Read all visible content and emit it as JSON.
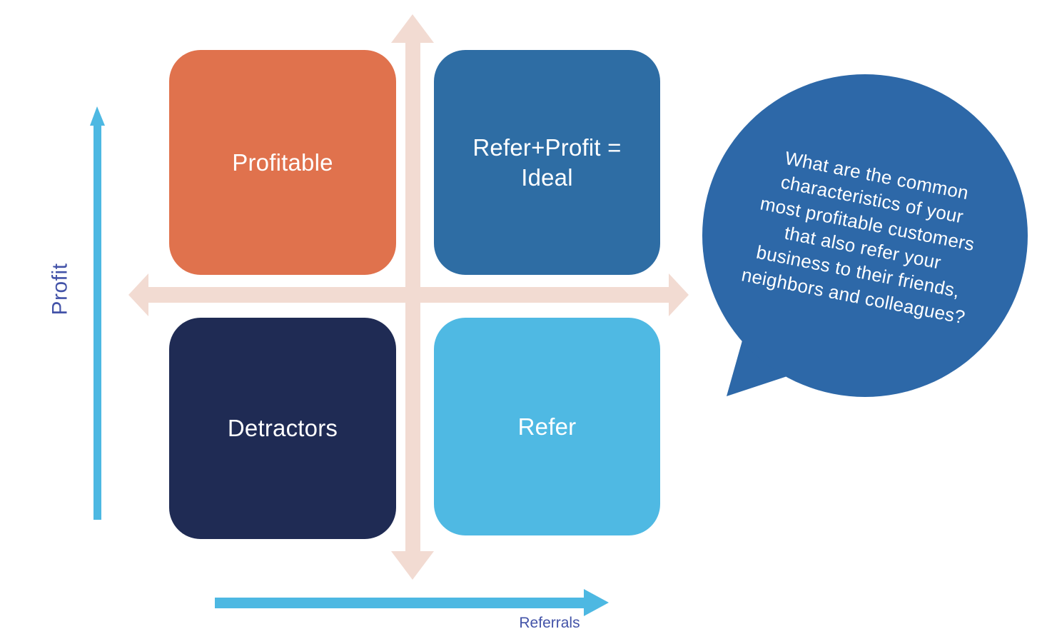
{
  "quadrants": {
    "top_left": {
      "label": "Profitable",
      "color": "#E0724D",
      "text_color": "#FFFFFF"
    },
    "top_right": {
      "label": "Refer+Profit =\nIdeal",
      "color": "#2E6DA4",
      "text_color": "#FFFFFF"
    },
    "bottom_left": {
      "label": "Detractors",
      "color": "#1F2B54",
      "text_color": "#FFFFFF"
    },
    "bottom_right": {
      "label": "Refer",
      "color": "#4FB9E3",
      "text_color": "#FFFFFF"
    }
  },
  "cross": {
    "color": "#F2DBD2"
  },
  "axes": {
    "y": {
      "label": "Profit",
      "arrow_color": "#4DB8E2",
      "label_color": "#4353A8"
    },
    "x": {
      "label": "Referrals",
      "arrow_color": "#4DB8E2",
      "label_color": "#4353A8"
    }
  },
  "callout": {
    "text": "What are the common\ncharacteristics of your\nmost profitable customers\nthat also refer your\nbusiness to their friends,\nneighbors and colleagues?",
    "color": "#2D68A8",
    "text_color": "#FFFFFF"
  }
}
